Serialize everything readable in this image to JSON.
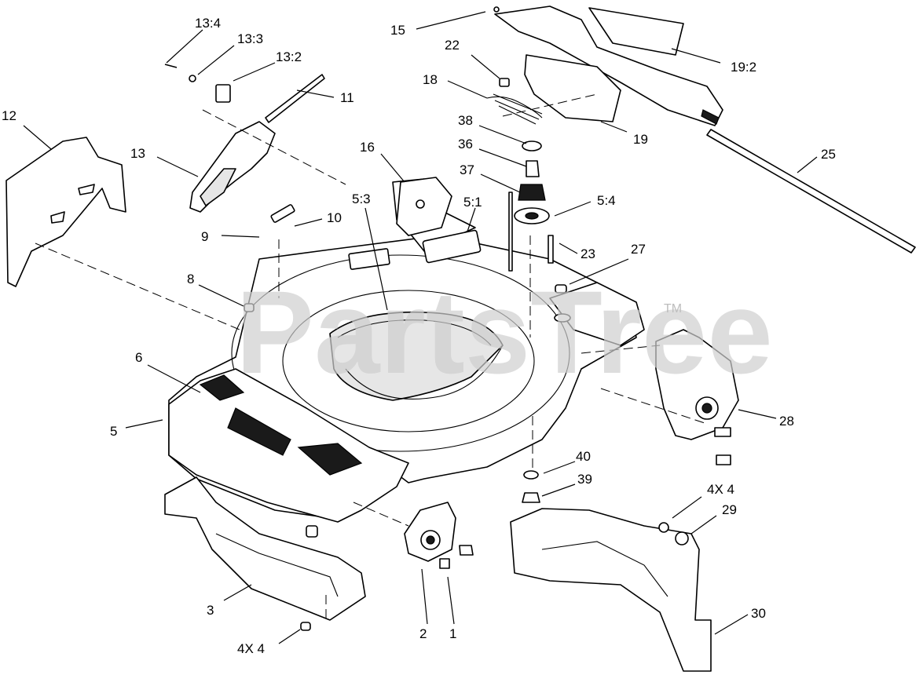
{
  "watermark": {
    "text": "PartsTree",
    "trademark": "TM"
  },
  "callouts": [
    {
      "id": "c1",
      "text": "1"
    },
    {
      "id": "c2",
      "text": "2"
    },
    {
      "id": "c3",
      "text": "3"
    },
    {
      "id": "c4x4a",
      "text": "4X 4"
    },
    {
      "id": "c5",
      "text": "5"
    },
    {
      "id": "c51",
      "text": "5:1"
    },
    {
      "id": "c53",
      "text": "5:3"
    },
    {
      "id": "c54",
      "text": "5:4"
    },
    {
      "id": "c6",
      "text": "6"
    },
    {
      "id": "c8",
      "text": "8"
    },
    {
      "id": "c9",
      "text": "9"
    },
    {
      "id": "c10",
      "text": "10"
    },
    {
      "id": "c11",
      "text": "11"
    },
    {
      "id": "c12",
      "text": "12"
    },
    {
      "id": "c13",
      "text": "13"
    },
    {
      "id": "c132",
      "text": "13:2"
    },
    {
      "id": "c133",
      "text": "13:3"
    },
    {
      "id": "c134",
      "text": "13:4"
    },
    {
      "id": "c15",
      "text": "15"
    },
    {
      "id": "c16",
      "text": "16"
    },
    {
      "id": "c18",
      "text": "18"
    },
    {
      "id": "c19",
      "text": "19"
    },
    {
      "id": "c192",
      "text": "19:2"
    },
    {
      "id": "c22",
      "text": "22"
    },
    {
      "id": "c23",
      "text": "23"
    },
    {
      "id": "c25",
      "text": "25"
    },
    {
      "id": "c27",
      "text": "27"
    },
    {
      "id": "c28",
      "text": "28"
    },
    {
      "id": "c29",
      "text": "29"
    },
    {
      "id": "c30",
      "text": "30"
    },
    {
      "id": "c36",
      "text": "36"
    },
    {
      "id": "c37",
      "text": "37"
    },
    {
      "id": "c38",
      "text": "38"
    },
    {
      "id": "c39",
      "text": "39"
    },
    {
      "id": "c40",
      "text": "40"
    },
    {
      "id": "c4x4b",
      "text": "4X 4"
    }
  ]
}
